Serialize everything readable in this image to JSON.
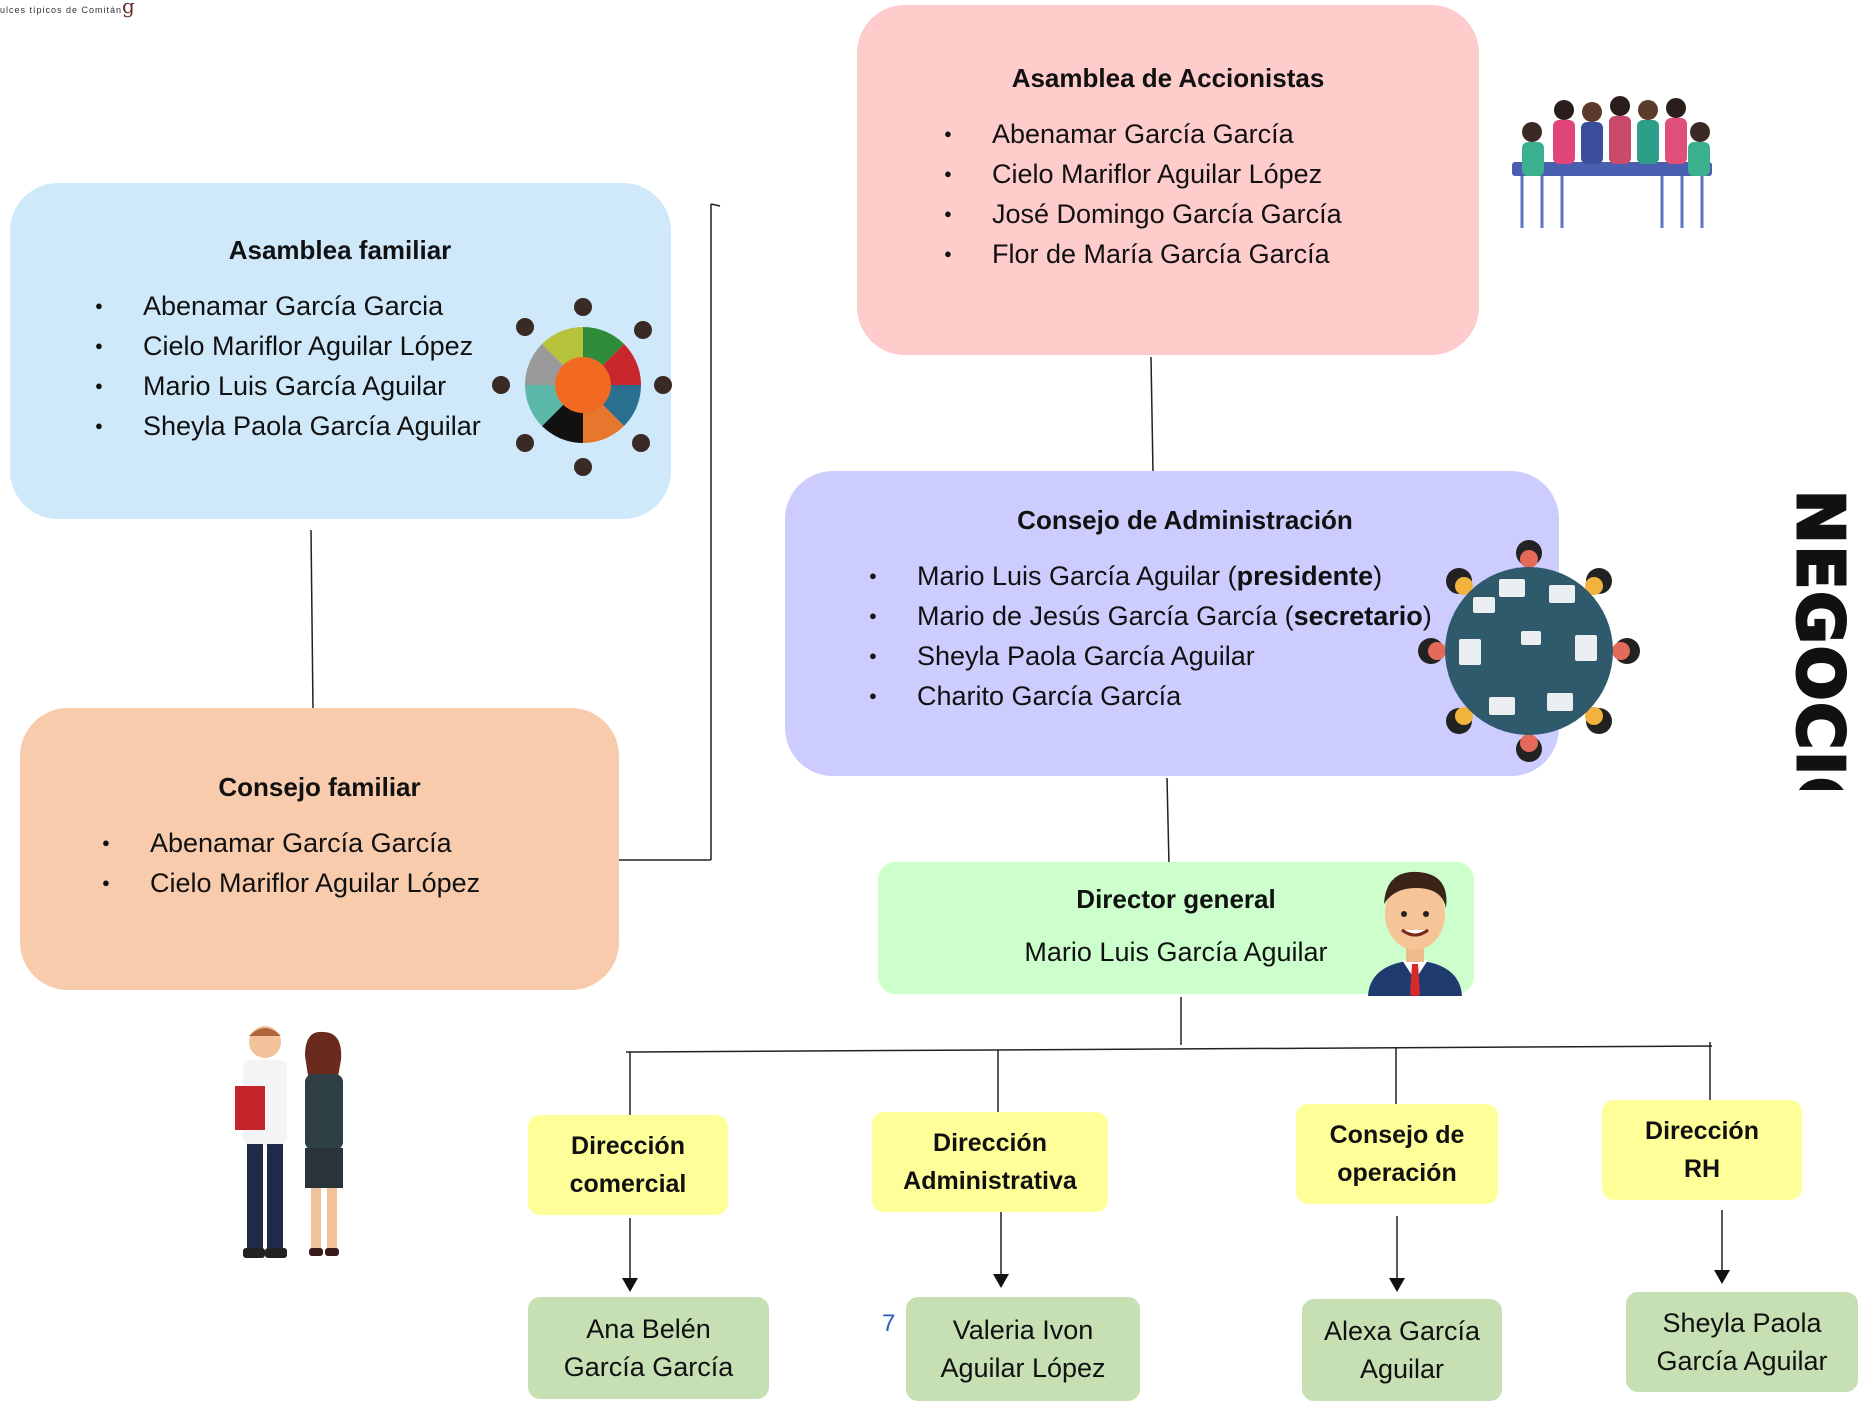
{
  "logo": {
    "tagline": "ulces típicos de Comitán"
  },
  "side_label": "NEGOCIO",
  "page_number": "7",
  "colors": {
    "asamblea_familiar": "#cfe9fb",
    "consejo_familiar": "#f8cbad",
    "asamblea_accionistas": "#ffcccc",
    "consejo_administracion": "#ccccff",
    "director_general": "#ccffcc",
    "direccion": "#ffff99",
    "persona": "#c6e0b4"
  },
  "asamblea_accionistas": {
    "title": "Asamblea de Accionistas",
    "members": [
      "Abenamar García García",
      "Cielo Mariflor Aguilar López",
      "José Domingo García García",
      "Flor de María García García"
    ]
  },
  "asamblea_familiar": {
    "title": "Asamblea familiar",
    "members": [
      "Abenamar García Garcia",
      "Cielo Mariflor Aguilar López",
      "Mario Luis García Aguilar",
      "Sheyla Paola García Aguilar"
    ]
  },
  "consejo_administracion": {
    "title": "Consejo de Administración",
    "members": [
      {
        "name": "Mario Luis García Aguilar (",
        "role": "presidente",
        "close": ")"
      },
      {
        "name": "Mario de Jesús García García (",
        "role": "secretario",
        "close": ")"
      },
      {
        "name": "Sheyla Paola García Aguilar"
      },
      {
        "name": "Charito García García"
      }
    ]
  },
  "consejo_familiar": {
    "title": "Consejo familiar",
    "members": [
      "Abenamar García García",
      "Cielo Mariflor Aguilar López"
    ]
  },
  "director_general": {
    "title": "Director general",
    "name": "Mario Luis García Aguilar"
  },
  "direcciones": [
    {
      "line1": "Dirección",
      "line2": "comercial",
      "person1": "Ana Belén",
      "person2": "García García"
    },
    {
      "line1": "Dirección",
      "line2": "Administrativa",
      "person1": "Valeria Ivon",
      "person2": "Aguilar López"
    },
    {
      "line1": "Consejo de",
      "line2": "operación",
      "person1": "Alexa García",
      "person2": "Aguilar"
    },
    {
      "line1": "Dirección",
      "line2": "RH",
      "person1": "Sheyla Paola",
      "person2": "García Aguilar"
    }
  ]
}
